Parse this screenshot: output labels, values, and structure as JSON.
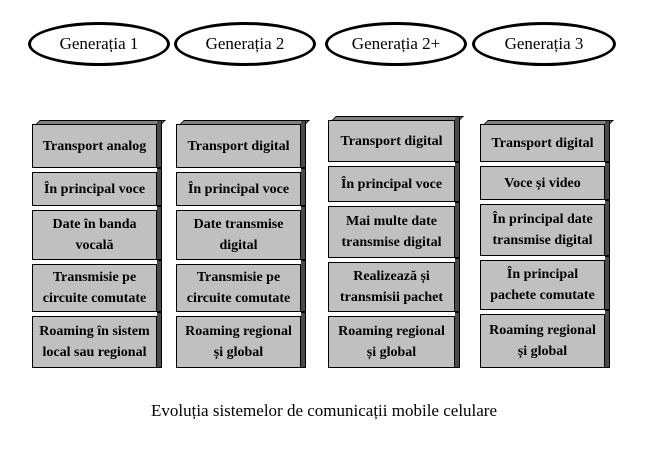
{
  "generations": [
    {
      "label": "Generația 1",
      "cells": [
        "Transport analog",
        "În principal voce",
        "Date în banda vocală",
        "Transmisie pe circuite comutate",
        "Roaming în sistem local sau regional"
      ]
    },
    {
      "label": "Generația 2",
      "cells": [
        "Transport digital",
        "În principal voce",
        "Date transmise digital",
        "Transmisie pe circuite comutate",
        "Roaming regional și global"
      ]
    },
    {
      "label": "Generația 2+",
      "cells": [
        "Transport digital",
        "În principal voce",
        "Mai multe date transmise digital",
        "Realizează și transmisii pachet",
        "Roaming regional și global"
      ]
    },
    {
      "label": "Generația 3",
      "cells": [
        "Transport digital",
        "Voce și video",
        "În principal date transmise digital",
        "În principal pachete comutate",
        "Roaming regional și global"
      ]
    }
  ],
  "caption": "Evoluția sistemelor de comunicații mobile celulare"
}
